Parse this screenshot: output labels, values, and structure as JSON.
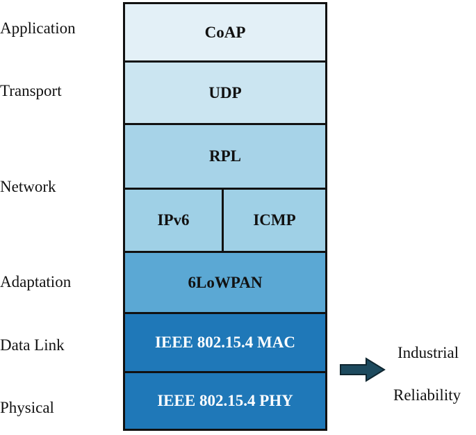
{
  "layers": {
    "application": "Application",
    "transport": "Transport",
    "network": "Network",
    "adaptation": "Adaptation",
    "data_link": "Data Link",
    "physical": "Physical"
  },
  "protocols": {
    "coap": "CoAP",
    "udp": "UDP",
    "rpl": "RPL",
    "ipv6": "IPv6",
    "icmp": "ICMP",
    "sixlowpan": "6LoWPAN",
    "mac": "IEEE 802.15.4 MAC",
    "phy": "IEEE 802.15.4 PHY"
  },
  "annotation": {
    "line1": "Industrial",
    "line2": "Reliability"
  },
  "colors": {
    "coap": "#e3f0f7",
    "transport": "#cbe5f1",
    "network": "#9fd0e6",
    "adaptation": "#5ba8d4",
    "link": "#1f78b8",
    "arrow": "#1d4a5e"
  }
}
